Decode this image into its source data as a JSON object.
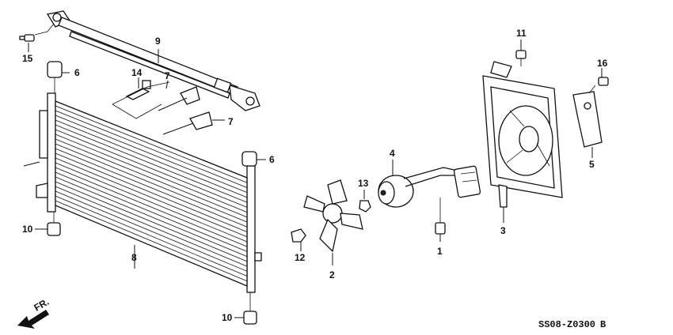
{
  "callouts": [
    {
      "id": "1",
      "part": "wire-clip"
    },
    {
      "id": "2",
      "part": "fan-blade"
    },
    {
      "id": "3",
      "part": "fan-shroud"
    },
    {
      "id": "4",
      "part": "fan-motor"
    },
    {
      "id": "5",
      "part": "shroud-bracket"
    },
    {
      "id": "6",
      "part": "upper-mount-cushion"
    },
    {
      "id": "7",
      "part": "pipe-clamp"
    },
    {
      "id": "8",
      "part": "condenser"
    },
    {
      "id": "9",
      "part": "condenser-pipe"
    },
    {
      "id": "10",
      "part": "lower-mount-cushion"
    },
    {
      "id": "11",
      "part": "bolt"
    },
    {
      "id": "12",
      "part": "nut"
    },
    {
      "id": "13",
      "part": "nut"
    },
    {
      "id": "14",
      "part": "bolt"
    },
    {
      "id": "15",
      "part": "bolt"
    },
    {
      "id": "16",
      "part": "bolt"
    }
  ],
  "labels": {
    "l1": "1",
    "l2": "2",
    "l3": "3",
    "l4": "4",
    "l5": "5",
    "l6": "6",
    "l7": "7",
    "l8": "8",
    "l9": "9",
    "l10": "10",
    "l11": "11",
    "l12": "12",
    "l13": "13",
    "l14": "14",
    "l15": "15",
    "l16": "16"
  },
  "front_arrow_label": "FR.",
  "diagram_code": "SS08-Z0300",
  "diagram_code_suffix": "B",
  "colors": {
    "line": "#111111",
    "background": "#ffffff"
  }
}
